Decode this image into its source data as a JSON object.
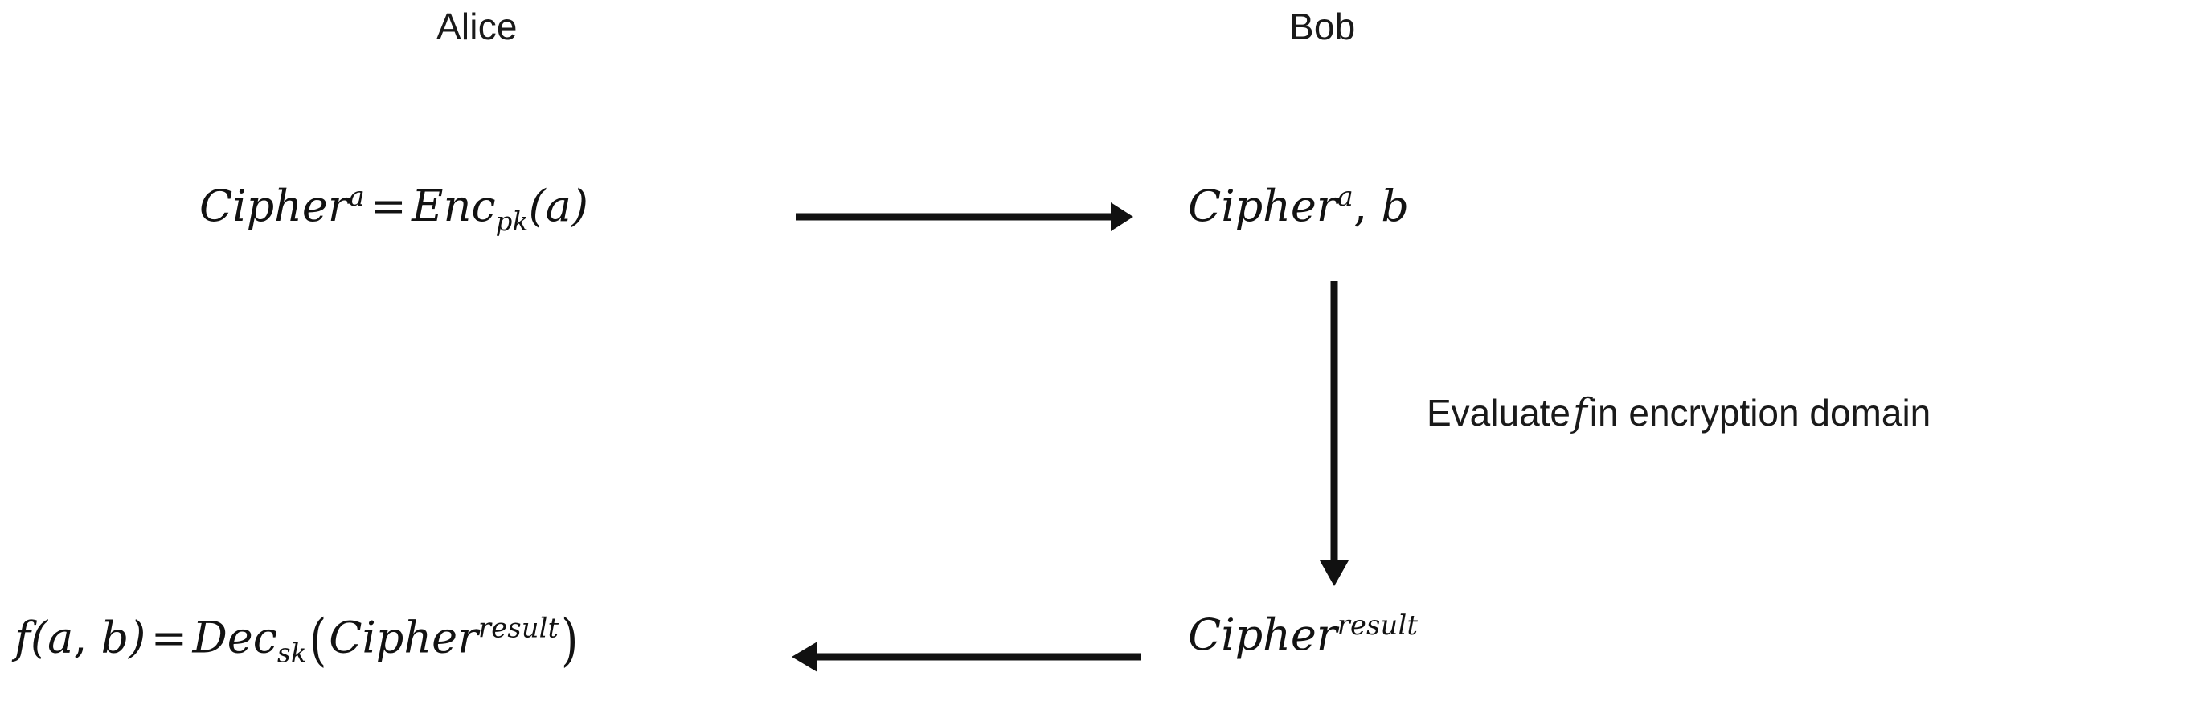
{
  "diagram": {
    "title": "Homomorphic encryption protocol between Alice and Bob",
    "background_color": "#ffffff",
    "stroke_color": "#111111"
  },
  "parties": {
    "alice": {
      "label": "Alice"
    },
    "bob": {
      "label": "Bob"
    }
  },
  "expressions": {
    "alice_encrypt": {
      "plain": "Cipher^a = Enc_pk(a)",
      "base1": "Cipher",
      "sup1": "a",
      "equals": "=",
      "base2": "Enc",
      "sub2": "pk",
      "open_paren": "(",
      "arg": "a",
      "close_paren": ")"
    },
    "bob_received": {
      "plain": "Cipher^a, b",
      "base1": "Cipher",
      "sup1": "a",
      "comma": ",",
      "operand": "b"
    },
    "alice_decrypt": {
      "plain": "f(a, b) = Dec_sk(Cipher^result)",
      "fn": "f",
      "open_paren1": "(",
      "arg1": "a",
      "comma1": ",",
      "arg2": "b",
      "close_paren1": ")",
      "equals": "=",
      "base2": "Dec",
      "sub2": "sk",
      "open_paren2": "(",
      "base3": "Cipher",
      "sup3": "result",
      "close_paren2": ")"
    },
    "bob_result": {
      "plain": "Cipher^result",
      "base1": "Cipher",
      "sup1": "result"
    }
  },
  "annotations": {
    "evaluate": {
      "plain": "Evaluate f in encryption domain",
      "prefix": "Evaluate",
      "variable": "f",
      "suffix": "in encryption domain"
    }
  },
  "arrows": [
    {
      "name": "alice-to-bob-arrow",
      "direction": "right",
      "from": "Alice",
      "to": "Bob"
    },
    {
      "name": "bob-evaluate-arrow",
      "direction": "down",
      "from": "Bob",
      "to": "Bob"
    },
    {
      "name": "bob-to-alice-arrow",
      "direction": "left",
      "from": "Bob",
      "to": "Alice"
    }
  ]
}
